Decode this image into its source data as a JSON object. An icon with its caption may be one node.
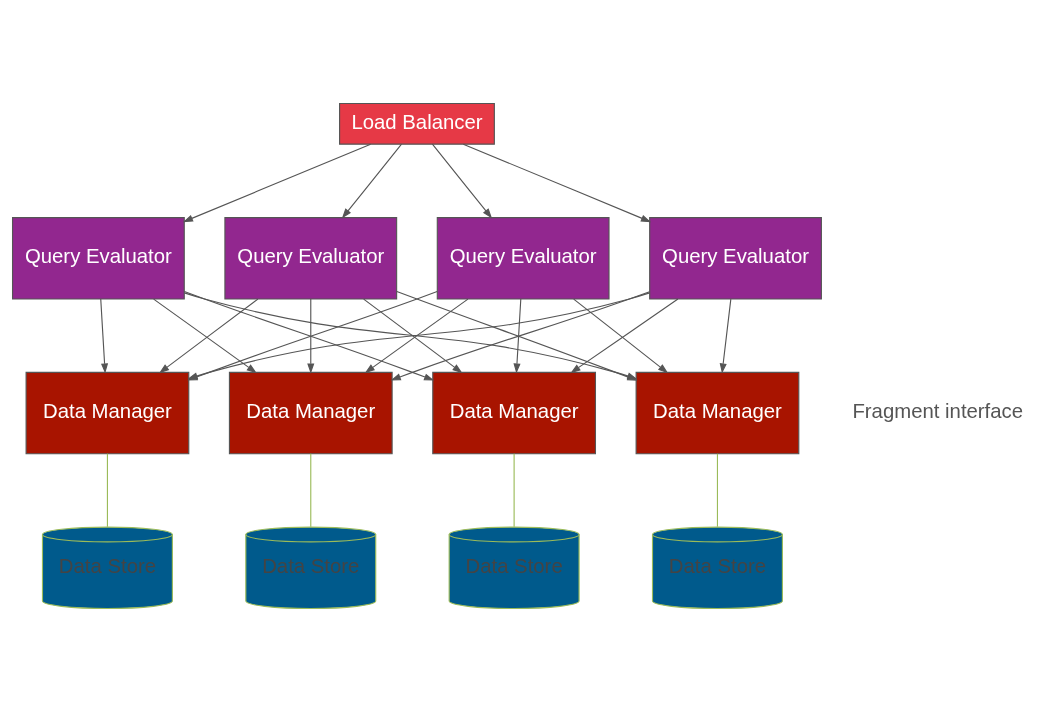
{
  "diagram": {
    "nodes": [
      {
        "text": [
          "Load Balancer"
        ]
      },
      {
        "text": [
          "Query Evaluator"
        ]
      },
      {
        "text": [
          "Query Evaluator"
        ]
      },
      {
        "text": [
          "Query Evaluator"
        ]
      },
      {
        "text": [
          "Query Evaluator"
        ]
      },
      {
        "text": [
          "Data Manager"
        ]
      },
      {
        "text": [
          "Data Manager"
        ]
      },
      {
        "text": [
          "Data Manager"
        ]
      },
      {
        "text": [
          "Data Manager"
        ]
      },
      {
        "text": [
          "Data Store"
        ]
      },
      {
        "text": [
          "Data Store"
        ]
      },
      {
        "text": [
          "Data Store"
        ]
      },
      {
        "text": [
          "Data Store"
        ]
      }
    ],
    "edges": [
      {
        "from": 0,
        "to": 1,
        "arrow": "to"
      },
      {
        "from": 0,
        "to": 2,
        "arrow": "to"
      },
      {
        "from": 0,
        "to": 3,
        "arrow": "to"
      },
      {
        "from": 0,
        "to": 4,
        "arrow": "to"
      },
      {
        "from": 1,
        "to": 5,
        "arrow": "to"
      },
      {
        "from": 1,
        "to": 6,
        "arrow": "to"
      },
      {
        "from": 1,
        "to": 7,
        "arrow": "to"
      },
      {
        "from": 1,
        "to": 8,
        "arrow": "to"
      },
      {
        "from": 2,
        "to": 5,
        "arrow": "to"
      },
      {
        "from": 2,
        "to": 6,
        "arrow": "to"
      },
      {
        "from": 2,
        "to": 7,
        "arrow": "to"
      },
      {
        "from": 2,
        "to": 8,
        "arrow": "to"
      },
      {
        "from": 3,
        "to": 5,
        "arrow": "to"
      },
      {
        "from": 3,
        "to": 6,
        "arrow": "to"
      },
      {
        "from": 3,
        "to": 7,
        "arrow": "to"
      },
      {
        "from": 3,
        "to": 8,
        "arrow": "to"
      },
      {
        "from": 4,
        "to": 5,
        "arrow": "to"
      },
      {
        "from": 4,
        "to": 6,
        "arrow": "to"
      },
      {
        "from": 4,
        "to": 7,
        "arrow": "to"
      },
      {
        "from": 4,
        "to": 8,
        "arrow": "to"
      },
      {
        "from": 5,
        "to": 9,
        "arrow": "none",
        "color": "#9bbb59"
      },
      {
        "from": 6,
        "to": 10,
        "arrow": "none",
        "color": "#9bbb59"
      },
      {
        "from": 7,
        "to": 11,
        "arrow": "none",
        "color": "#9bbb59"
      },
      {
        "from": 8,
        "to": 12,
        "arrow": "none",
        "color": "#9bbb59"
      }
    ],
    "labels": [
      "Fragment interface"
    ]
  }
}
